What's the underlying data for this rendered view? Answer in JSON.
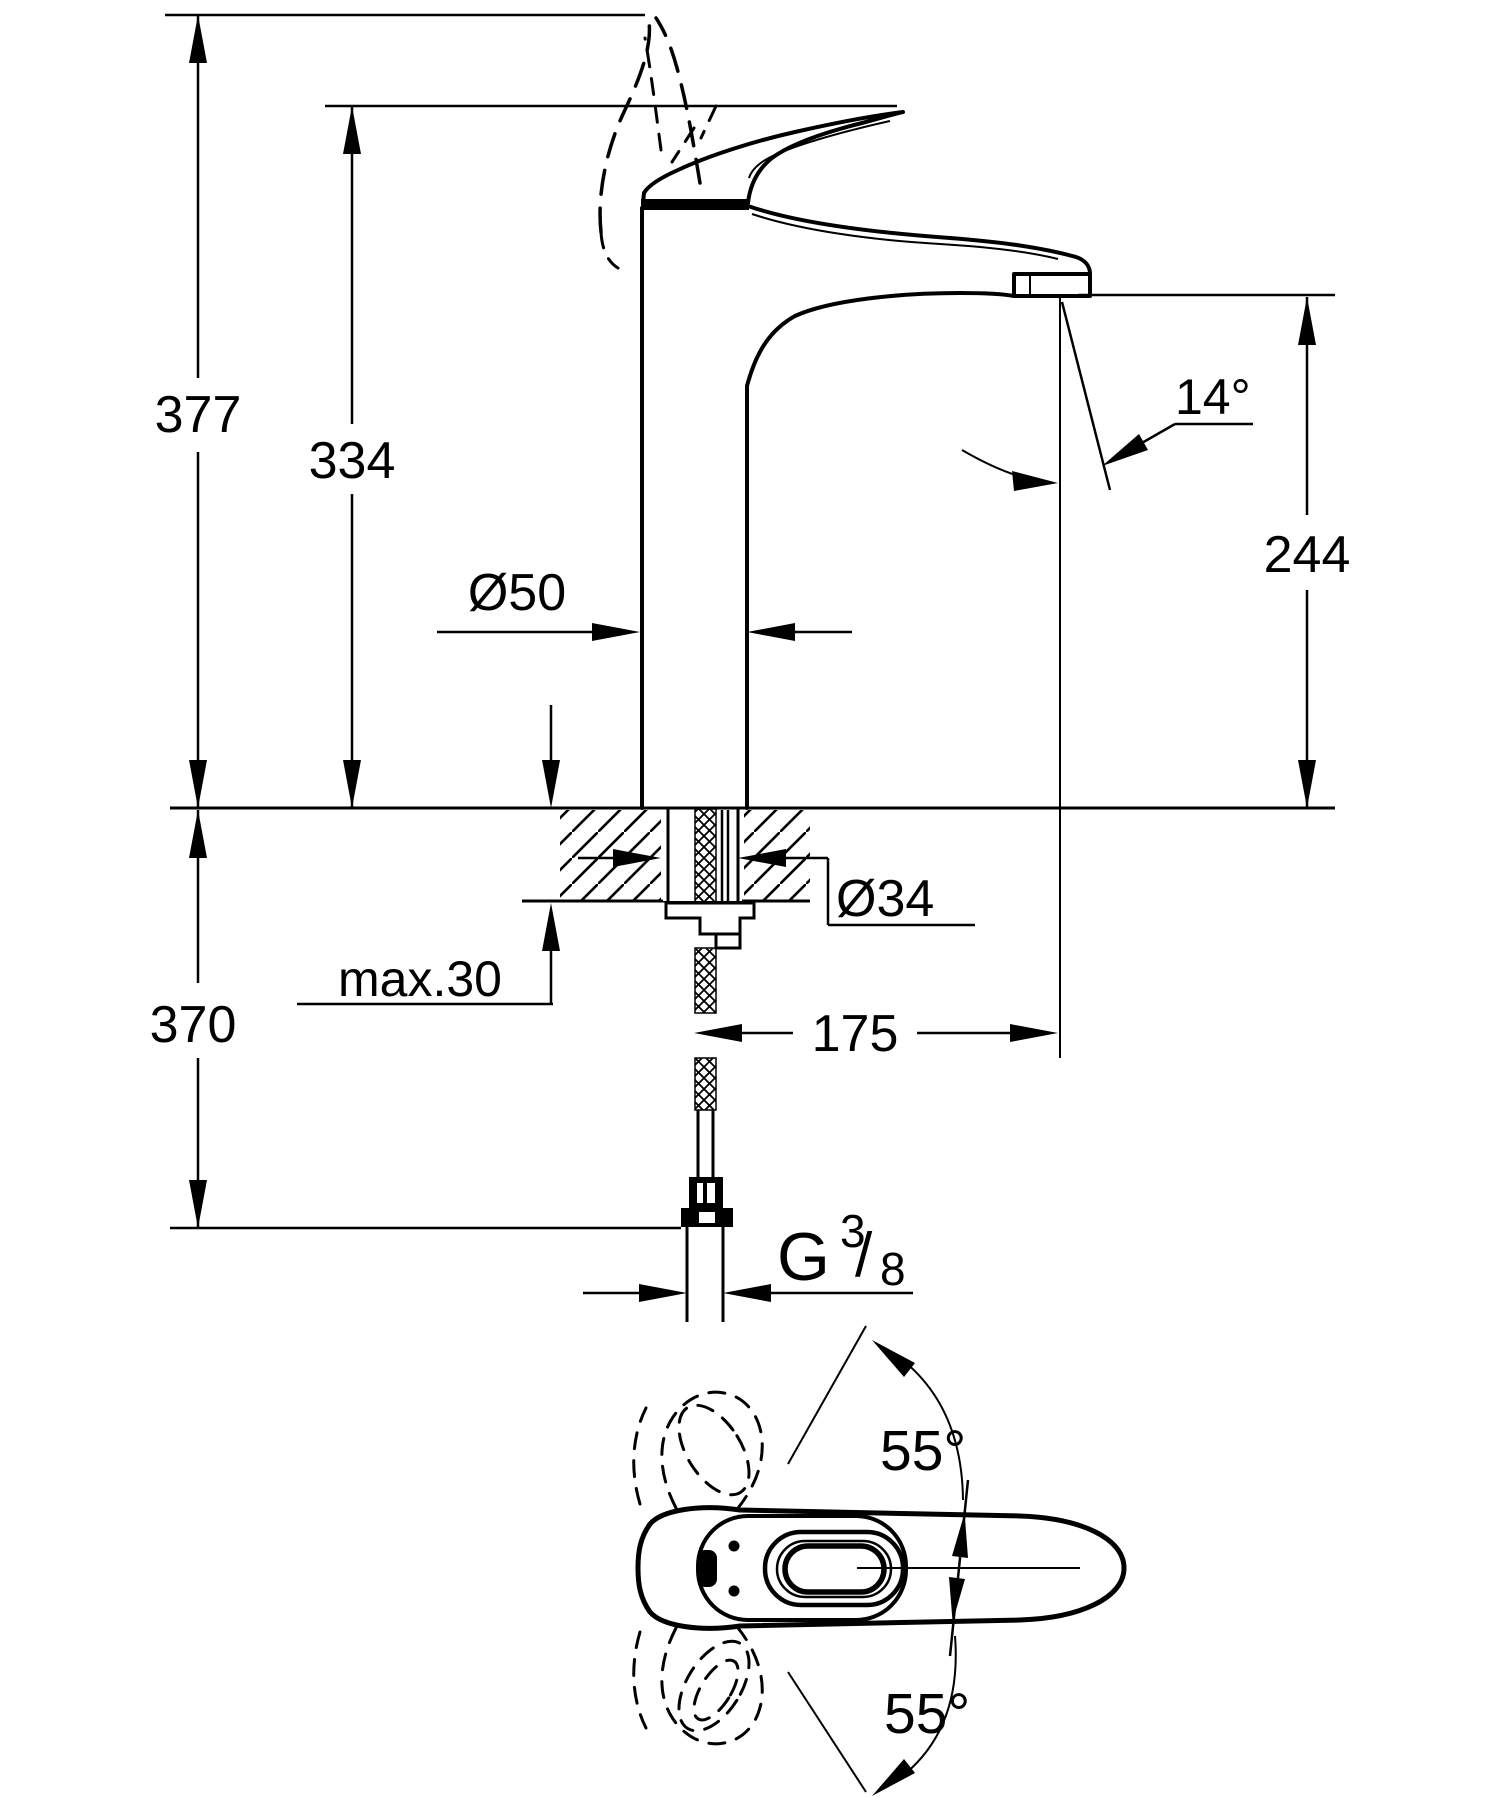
{
  "drawing": {
    "type": "technical-dimension-drawing",
    "subject": "single-lever basin mixer faucet, side elevation with mounting cross-section and plan view of handle swing",
    "colors": {
      "ink": "#000000",
      "background": "#ffffff"
    },
    "labels": {
      "height_overall": "377",
      "height_spout_body": "334",
      "body_diameter": "Ø50",
      "spout_angle": "14°",
      "spout_outlet_height": "244",
      "mounting_hole_diameter": "Ø34",
      "deck_thickness": "max.30",
      "hose_drop_length": "370",
      "spout_reach": "175",
      "thread_g": "G",
      "thread_numerator": "3",
      "thread_slash": "/",
      "thread_denominator": "8",
      "handle_swing_upper": "55°",
      "handle_swing_lower": "55°"
    }
  }
}
